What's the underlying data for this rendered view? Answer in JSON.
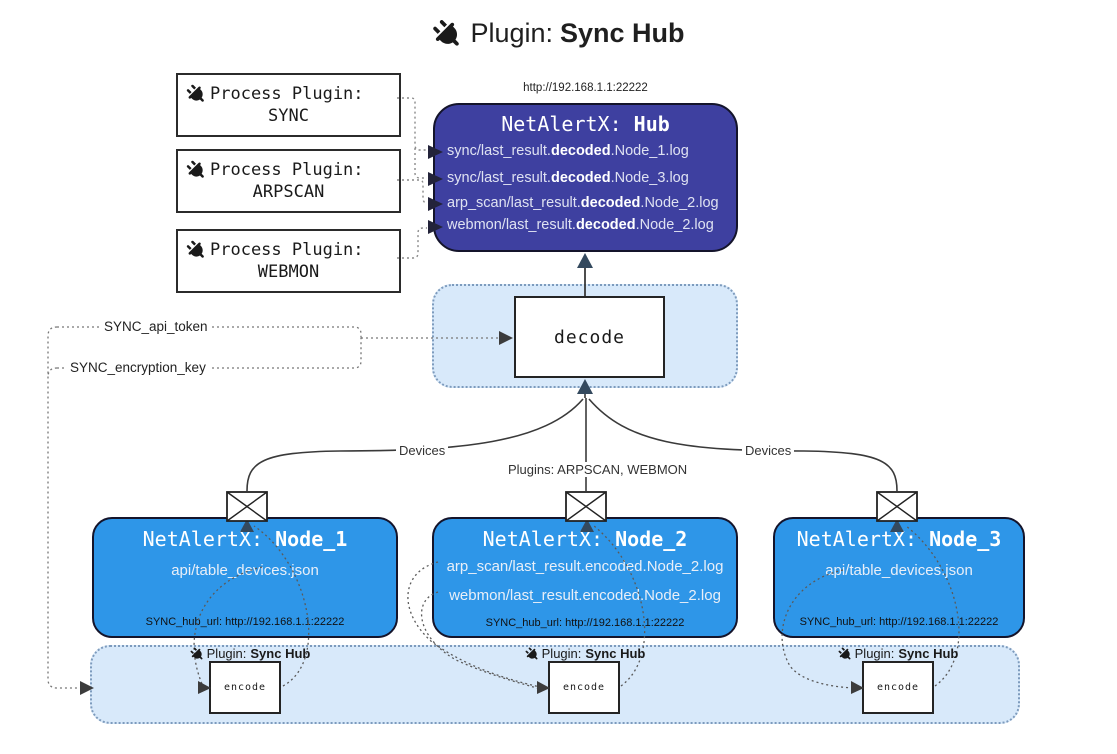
{
  "title": {
    "icon": "plug",
    "prefix": "Plugin:",
    "bold": "Sync Hub"
  },
  "process_plugins": [
    {
      "icon": "plug",
      "line1": "Process Plugin:",
      "line2": "SYNC"
    },
    {
      "icon": "plug",
      "line1": "Process Plugin:",
      "line2": "ARPSCAN"
    },
    {
      "icon": "plug",
      "line1": "Process Plugin:",
      "line2": "WEBMON"
    }
  ],
  "hub": {
    "url": "http://192.168.1.1:22222",
    "title_prefix": "NetAlertX: ",
    "title_bold": "Hub",
    "lines": [
      {
        "prefix": "sync/last_result.",
        "bold": "decoded",
        "suffix": ".Node_1.log"
      },
      {
        "prefix": "sync/last_result.",
        "bold": "decoded",
        "suffix": ".Node_3.log"
      },
      {
        "prefix": "arp_scan/last_result.",
        "bold": "decoded",
        "suffix": ".Node_2.log"
      },
      {
        "prefix": "webmon/last_result.",
        "bold": "decoded",
        "suffix": ".Node_2.log"
      }
    ]
  },
  "decode": {
    "label": "decode"
  },
  "keys": {
    "api_token": "SYNC_api_token",
    "encryption_key": "SYNC_encryption_key"
  },
  "edge_labels": {
    "devices_left": "Devices",
    "plugins_middle": "Plugins: ARPSCAN, WEBMON",
    "devices_right": "Devices"
  },
  "nodes": [
    {
      "title_prefix": "NetAlertX: ",
      "title_bold": "Node_1",
      "lines": [
        "api/table_devices.json"
      ],
      "hub_url": "SYNC_hub_url: http://192.168.1.1:22222"
    },
    {
      "title_prefix": "NetAlertX: ",
      "title_bold": "Node_2",
      "lines": [
        "arp_scan/last_result.encoded.Node_2.log",
        "webmon/last_result.encoded.Node_2.log"
      ],
      "hub_url": "SYNC_hub_url: http://192.168.1.1:22222"
    },
    {
      "title_prefix": "NetAlertX: ",
      "title_bold": "Node_3",
      "lines": [
        "api/table_devices.json"
      ],
      "hub_url": "SYNC_hub_url: http://192.168.1.1:22222"
    }
  ],
  "encoders": [
    {
      "icon": "plug",
      "label_prefix": "Plugin:",
      "label_bold": "Sync Hub",
      "box_label": "encode"
    },
    {
      "icon": "plug",
      "label_prefix": "Plugin:",
      "label_bold": "Sync Hub",
      "box_label": "encode"
    },
    {
      "icon": "plug",
      "label_prefix": "Plugin:",
      "label_bold": "Sync Hub",
      "box_label": "encode"
    }
  ],
  "colors": {
    "hub_fill": "#3E40A0",
    "node_fill": "#2E96E8",
    "panel_fill": "#D8E9FA",
    "panel_border": "#7D9BBD",
    "ink": "#1A1A1A"
  }
}
